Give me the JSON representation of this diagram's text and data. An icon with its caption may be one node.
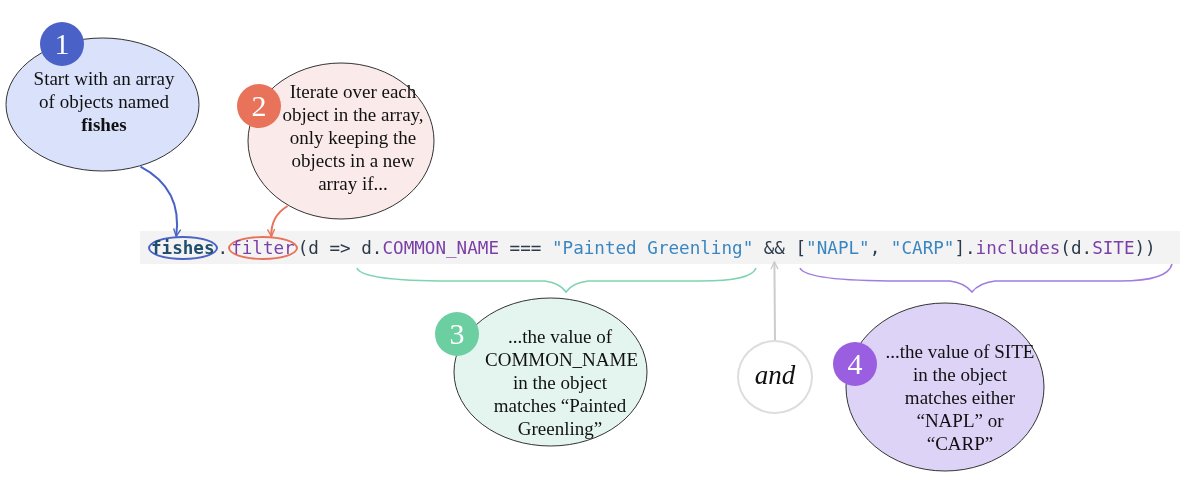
{
  "diagram": {
    "nodes": [
      {
        "text": [
          "1",
          "Start with an array of objects named **fishes**"
        ]
      },
      {
        "text": [
          "2",
          "Iterate over each object in the array, only keeping the objects in a new array if..."
        ]
      },
      {
        "text": [
          "fishes"
        ]
      },
      {
        "text": [
          "filter"
        ]
      },
      {
        "text": [
          "and"
        ]
      },
      {
        "text": [
          "3",
          "...the value of COMMON_NAME in the object matches “Painted Greenling”"
        ]
      },
      {
        "text": [
          "4",
          "...the value of SITE in the object matches either “NAPL” or “CARP”"
        ]
      },
      {
        "text": [
          "&&"
        ]
      }
    ],
    "edges": [
      {
        "from": 0,
        "to": 2,
        "arrow": "to",
        "color": "#4a62c8"
      },
      {
        "from": 1,
        "to": 3,
        "arrow": "to",
        "color": "#e8735a"
      },
      {
        "from": 4,
        "to": 7,
        "arrow": "to",
        "color": "#cccccc"
      }
    ],
    "labels": [
      ".",
      "(d => d.COMMON_NAME === \"Painted Greenling\"",
      "[\"NAPL\", \"CARP\"].includes(d.SITE))"
    ]
  }
}
